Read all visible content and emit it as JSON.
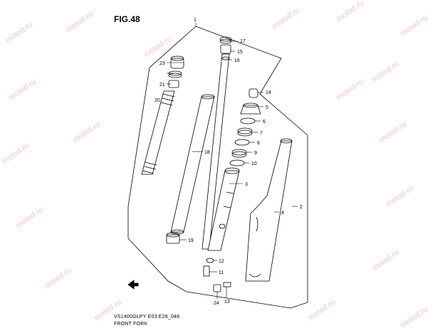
{
  "figure": {
    "title": "FIG.48",
    "model_code": "VS1400GLPY E03.E28_048",
    "name": "FRONT FORK"
  },
  "watermark": "motod.ru",
  "part_numbers": [
    "1",
    "2",
    "3",
    "4",
    "5",
    "6",
    "7",
    "8",
    "9",
    "10",
    "11",
    "12",
    "13",
    "14",
    "15",
    "16",
    "17",
    "18",
    "19",
    "20",
    "21",
    "23",
    "24"
  ]
}
